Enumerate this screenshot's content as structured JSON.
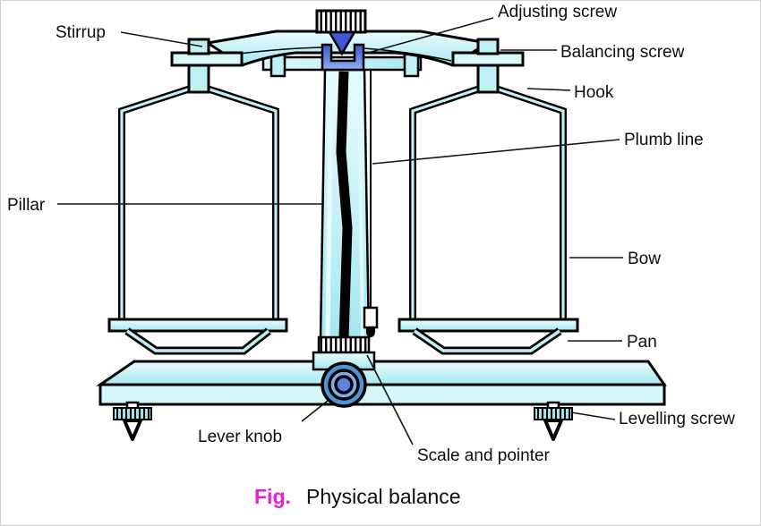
{
  "figure": {
    "fig_label": "Fig.",
    "title": "Physical balance"
  },
  "labels": {
    "stirrup": "Stirrup",
    "adjusting_screw": "Adjusting screw",
    "balancing_screw": "Balancing screw",
    "hook": "Hook",
    "plumb_line": "Plumb line",
    "pillar": "Pillar",
    "bow": "Bow",
    "pan": "Pan",
    "lever_knob": "Lever knob",
    "scale_and_pointer": "Scale and pointer",
    "levelling_screw": "Levelling screw"
  },
  "colors": {
    "body_fill": "#c6f3f6",
    "body_fill_light": "#eafcfd",
    "body_fill_dark": "#a5e7ef",
    "knife_edge_blue": "#4156d8",
    "bracket_blue": "#5b7ede",
    "knob_outer_blue": "#4f93d3",
    "knob_mid_blue": "#7ab3e8",
    "knob_center_blue": "#5c82e8",
    "fig_label_magenta": "#ea1fd0",
    "outline": "#000000"
  }
}
